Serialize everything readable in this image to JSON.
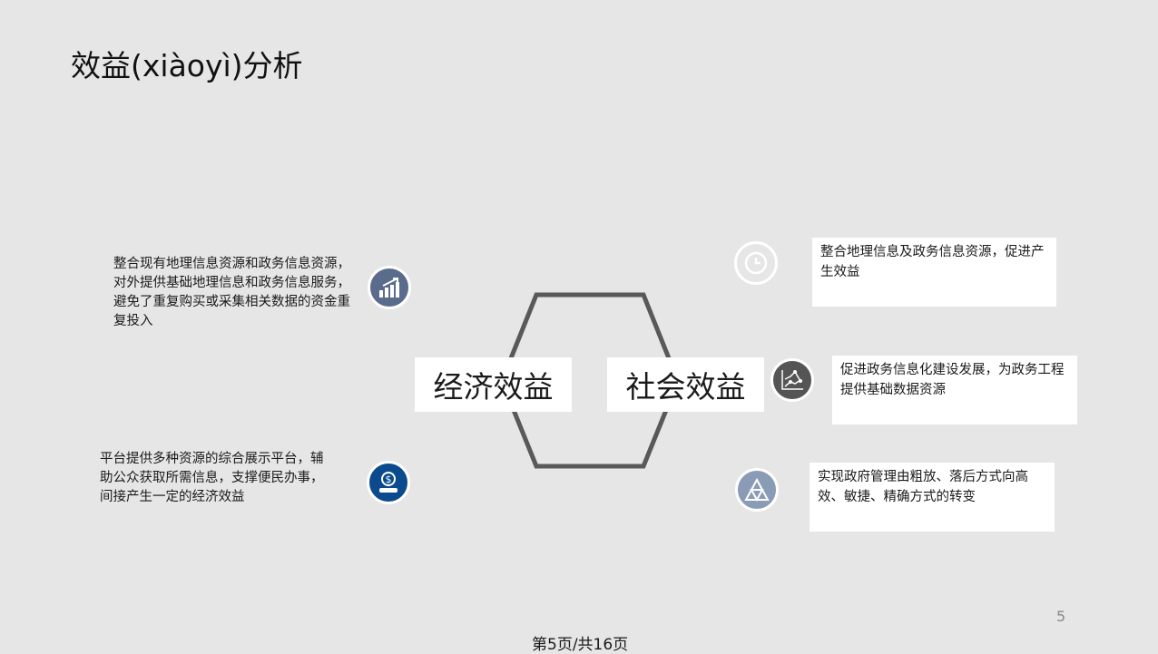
{
  "title": "效益(xiàoyì)分析",
  "center": {
    "left": "经济效益",
    "right": "社会效益"
  },
  "economic": [
    {
      "text": "整合现有地理信息资源和政务信息资源，对外提供基础地理信息和政务信息服务，避免了重复购买或采集相关数据的资金重复投入",
      "icon": "bar-chart-growth-icon",
      "color": "#5a6b8c"
    },
    {
      "text": "平台提供多种资源的综合展示平台，辅助公众获取所需信息，支撑便民办事，间接产生一定的经济效益",
      "icon": "dollar-person-icon",
      "color": "#0b4a8c"
    }
  ],
  "social": [
    {
      "text": "整合地理信息及政务信息资源，促进产生效益",
      "icon": "history-clock-icon",
      "color": "#e6e6e6"
    },
    {
      "text": "促进政务信息化建设发展，为政务工程提供基础数据资源",
      "icon": "line-chart-icon",
      "color": "#555555"
    },
    {
      "text": "实现政府管理由粗放、落后方式向高效、敏捷、精确方式的转变",
      "icon": "triangle-icon",
      "color": "#8a9bb5"
    }
  ],
  "page_number": "5",
  "footer": "第5页/共16页"
}
